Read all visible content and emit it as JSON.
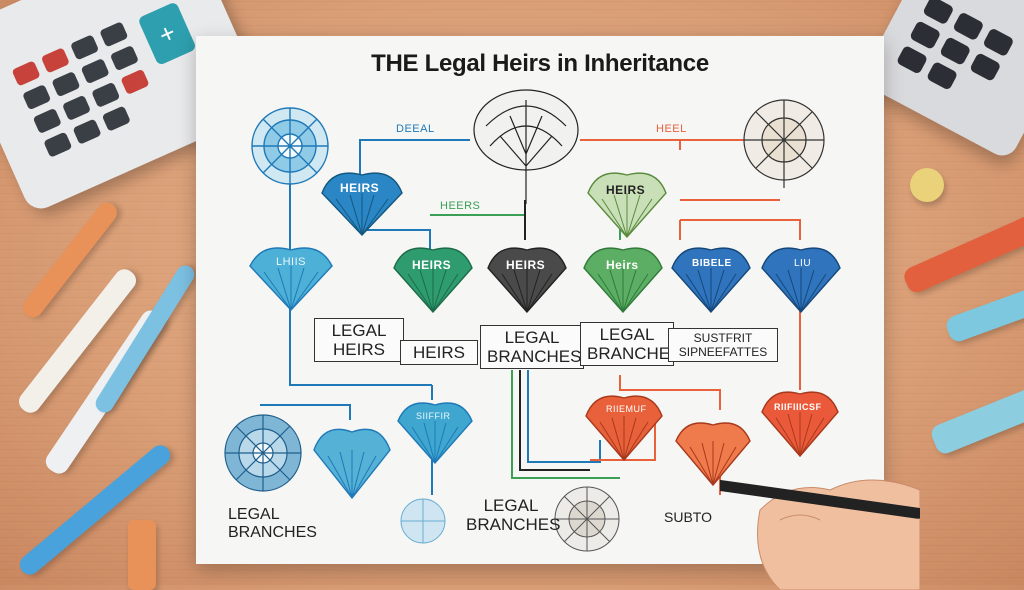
{
  "diagram": {
    "title": "THE Legal Heirs in Inheritance",
    "tags": {
      "left": "DEEAL",
      "middle": "HEERS",
      "right": "HEEL"
    },
    "nodes": {
      "heirs_top": "HEIRS",
      "heirs_mid_left": "HEIRS",
      "heirs_mid_center": "HEIRS",
      "heirs_top_right": "HEIRS",
      "heirs_right_mid": "Heirs",
      "blue_left_mid": "LHIIS",
      "blue_right_a": "BIBELE",
      "blue_right_b": "LIU",
      "bottom_center": "SIIFFIR",
      "orange_a": "RIIEMUF",
      "orange_b": "RIIFIIICSF"
    },
    "boxes": {
      "legal_heirs": "LEGAL\nHEIRS",
      "heirs": "HEIRS",
      "legal_branches_center": "LEGAL\nBRANCHES",
      "legal_branches_right": "LEGAL\nBRANCHES",
      "subst": "SUSTFRIT\nSIPNEEFATTES"
    },
    "free_labels": {
      "legal_branches_left": "LEGAL\nBRANCHES",
      "legal_branches_bottom": "LEGAL\nBRANCHES",
      "subto": "SUBTO"
    },
    "colors": {
      "blue": "#1f79b8",
      "green": "#3aa056",
      "orange": "#e8613a",
      "red": "#d83a2c",
      "teal": "#3a9fc8"
    }
  }
}
